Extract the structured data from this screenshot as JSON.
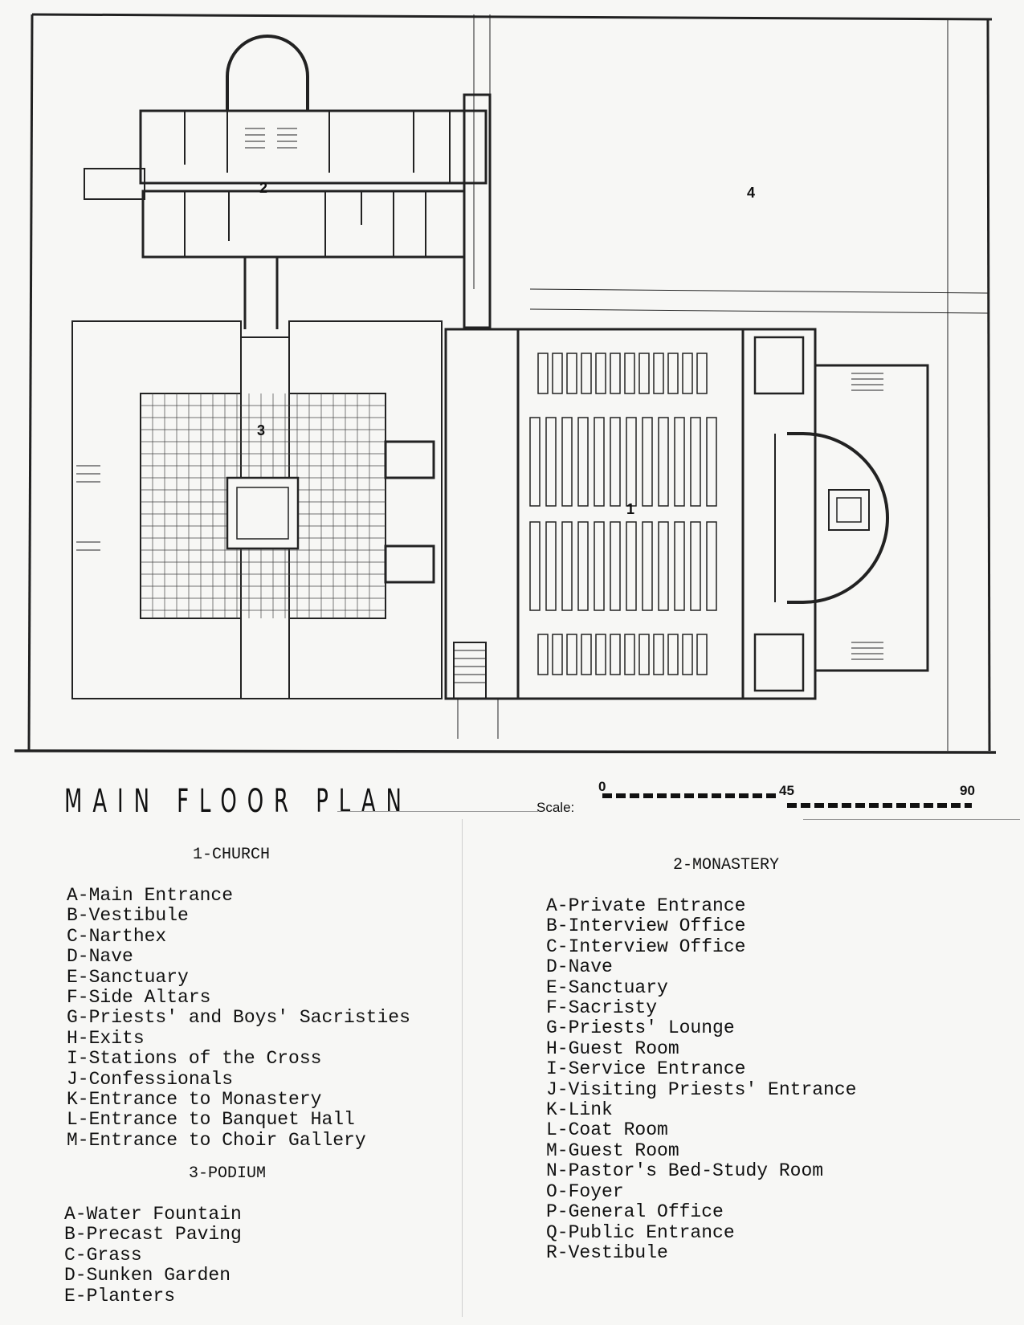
{
  "plan_number_labels": [
    "1",
    "2",
    "3",
    "4"
  ],
  "title": "MAIN FLOOR PLAN",
  "scale": {
    "label": "Scale:",
    "ticks": [
      "0",
      "45",
      "90"
    ]
  },
  "church": {
    "heading": "1-CHURCH",
    "items": [
      "A-Main Entrance",
      "B-Vestibule",
      "C-Narthex",
      "D-Nave",
      "E-Sanctuary",
      "F-Side Altars",
      "G-Priests' and Boys' Sacristies",
      "H-Exits",
      "I-Stations of the Cross",
      "J-Confessionals",
      "K-Entrance to Monastery",
      "L-Entrance to Banquet Hall",
      "M-Entrance to Choir Gallery"
    ]
  },
  "podium": {
    "heading": "3-PODIUM",
    "items": [
      "A-Water Fountain",
      "B-Precast Paving",
      "C-Grass",
      "D-Sunken Garden",
      "E-Planters"
    ]
  },
  "monastery": {
    "heading": "2-MONASTERY",
    "items": [
      "A-Private Entrance",
      "B-Interview Office",
      "C-Interview Office",
      "D-Nave",
      "E-Sanctuary",
      "F-Sacristy",
      "G-Priests' Lounge",
      "H-Guest Room",
      "I-Service Entrance",
      "J-Visiting Priests' Entrance",
      "K-Link",
      "L-Coat Room",
      "M-Guest Room",
      "N-Pastor's Bed-Study Room",
      "O-Foyer",
      "P-General Office",
      "Q-Public Entrance",
      "R-Vestibule"
    ]
  }
}
